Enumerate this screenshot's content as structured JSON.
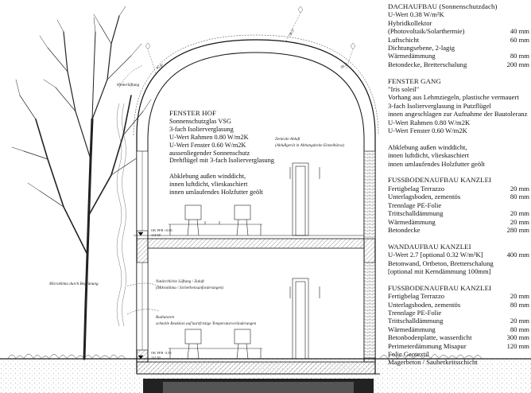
{
  "panel": {
    "dach": {
      "title": "DACHAUFBAU (Sonnenschutzdach)",
      "lines": [
        "U-Wert 0.38 W/m²K",
        "Hybridkollektor"
      ],
      "rows": [
        {
          "label": "(Photovoltaik/Solarthermie)",
          "value": "40 mm"
        },
        {
          "label": "Luftschicht",
          "value": "60 mm"
        },
        {
          "label": "Dichtungsebene, 2-lagig",
          "value": ""
        },
        {
          "label": "Wärmedämmung",
          "value": "80 mm"
        },
        {
          "label": "Betondecke, Bretterschalung",
          "value": "200 mm"
        }
      ]
    },
    "gang": {
      "title": "FENSTER GANG",
      "lines": [
        "\"Iris soleil\"",
        "Vorhang aus Lehmziegeln, plastische vermauert",
        "3-fach Isolierverglasung in Putzflügel",
        "innen angeschlagen zur Aufnahme der Bautoleranz",
        "U-Wert Rahmen 0.80 W/m2K",
        "U-Wert Fenster 0.60 W/m2K"
      ],
      "lines2": [
        "Abklebung außen winddicht,",
        "innen luftdicht, vlieskaschiert",
        "innen umlaufendes Holzfutter geölt"
      ]
    },
    "kanzlei": {
      "title": "FUSSBODENAUFBAU KANZLEI",
      "rows": [
        {
          "label": "Fertigbelag Terrazzo",
          "value": "20 mm"
        },
        {
          "label": "Unterlagsboden, zementös",
          "value": "80 mm"
        },
        {
          "label": "Trennlage PE-Folie",
          "value": ""
        },
        {
          "label": "Trittschalldämmung",
          "value": "20 mm"
        },
        {
          "label": "Wärmedämmung",
          "value": "20 mm"
        },
        {
          "label": "Betondecke",
          "value": "280 mm"
        }
      ]
    },
    "wand": {
      "title": "WANDAUFBAU KANZLEI",
      "rows": [
        {
          "label": "U-Wert 2.7 [optional 0.32 W/m²K]",
          "value": "400 mm"
        },
        {
          "label": "Betonwand, Ortbeton, Bretterschalung",
          "value": ""
        },
        {
          "label": "[optional mit Kerndämmung 100mm]",
          "value": ""
        }
      ]
    },
    "kanzlei2": {
      "title": "FUSSBODENAUFBAU KANZLEI",
      "rows": [
        {
          "label": "Fertigbelag Terrazzo",
          "value": "20 mm"
        },
        {
          "label": "Unterlagsboden, zementös",
          "value": "80 mm"
        },
        {
          "label": "Trennlage PE-Folie",
          "value": ""
        },
        {
          "label": "Trittschalldämmung",
          "value": "20 mm"
        },
        {
          "label": "Wärmedämmung",
          "value": "80 mm"
        },
        {
          "label": "Betonbodenplatte, wasserdicht",
          "value": "300 mm"
        },
        {
          "label": "Perimeterdämmung Misapur",
          "value": "120 mm"
        },
        {
          "label": "Folie Geotextil",
          "value": ""
        },
        {
          "label": "Magerbeton / Sauberkeitsschicht",
          "value": ""
        }
      ]
    }
  },
  "fenster_hof": {
    "title": "FENSTER HOF",
    "lines": [
      "Sonnenschutzglas VSG",
      "3-fach Isolierverglasung",
      "U-Wert Rahmen 0.80 W/m2K",
      "U-Wert Fenster 0.60 W/m2K",
      "aussenliegender Sonnenschutz",
      "Drehflügel mit 3-fach Isolierverglasung"
    ],
    "lines2": [
      "Abklebung außen winddicht,",
      "innen luftdicht, vlieskaschiert",
      "innen umlaufendes Holzfutter geölt"
    ]
  },
  "notes": {
    "hinterlueftung": "Hinterlüftung",
    "zentrale_abluft": "Zentrale Abluft",
    "abluft_sub": "(Ablußgerät in Abhangdecke Einzelbüros)",
    "mikroklima": "Microklima durch Begrünung",
    "lueftung": "Natürchliche Lüftung / Zuluft",
    "lueftung_sub": "(Mikroklima / Sicherheitsanforderungen)",
    "radiatoren": "Radiatoren",
    "radiatoren_sub": "schnelle Reaktion auf kurzfristige Temperaturveränderungen"
  },
  "levels": {
    "og_top": "OK FFB +0.00",
    "og_bottom": "114.00",
    "ug_top": "OK FFB -3.50",
    "ug_bottom": "111.50"
  },
  "angles": {
    "left": "45.8°",
    "top": "38.5°",
    "right": "28.2°"
  },
  "colors": {
    "ink": "#111111",
    "hatch": "#555555",
    "ground": "#222222"
  }
}
